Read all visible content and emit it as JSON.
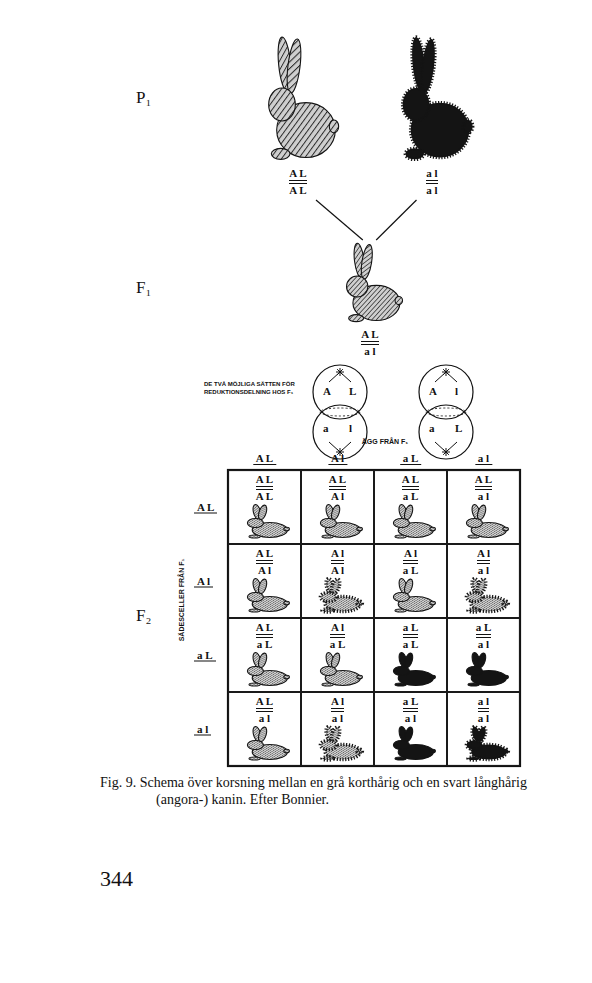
{
  "diagram": {
    "caption": "Fig. 9. Schema över korsning mellan en grå korthårig och en svart långhårig (angora-) kanin. Efter Bonnier.",
    "nodes": [
      {
        "text": [
          "A L",
          "A L"
        ]
      },
      {
        "text": [
          "a l",
          "a l"
        ]
      },
      {
        "text": [
          "A L",
          "a l"
        ]
      },
      {
        "text": [
          "A",
          "L"
        ]
      },
      {
        "text": [
          "A",
          "l"
        ]
      },
      {
        "text": [
          "a",
          "l"
        ]
      },
      {
        "text": [
          "a",
          "L"
        ]
      },
      {
        "text": [
          "A L",
          "A L"
        ]
      },
      {
        "text": [
          "A L",
          "A l"
        ]
      },
      {
        "text": [
          "A L",
          "a L"
        ]
      },
      {
        "text": [
          "A L",
          "a l"
        ]
      },
      {
        "text": [
          "A L",
          "A l"
        ]
      },
      {
        "text": [
          "A l",
          "A l"
        ]
      },
      {
        "text": [
          "A l",
          "a L"
        ]
      },
      {
        "text": [
          "A l",
          "a l"
        ]
      },
      {
        "text": [
          "A L",
          "a L"
        ]
      },
      {
        "text": [
          "A l",
          "a L"
        ]
      },
      {
        "text": [
          "a L",
          "a L"
        ]
      },
      {
        "text": [
          "a L",
          "a l"
        ]
      },
      {
        "text": [
          "A L",
          "a l"
        ]
      },
      {
        "text": [
          "A l",
          "a l"
        ]
      },
      {
        "text": [
          "a L",
          "a l"
        ]
      },
      {
        "text": [
          "a l",
          "a l"
        ]
      }
    ],
    "edges": [
      {
        "from": 0,
        "to": 2,
        "arrow": "none"
      },
      {
        "from": 1,
        "to": 2,
        "arrow": "none"
      }
    ],
    "labels": [
      "P₁",
      "F₁",
      "DE TVÅ MÖJLIGA SÄTTEN FÖR REDUKTIONSDELNING HOS F₁",
      "ÄGG FRÅN F₁",
      "A L",
      "A l",
      "a L",
      "a l",
      "SÄDESCELLER FRÅN F₁",
      "A L",
      "A l",
      "a L",
      "a l",
      "F₂",
      "344"
    ]
  }
}
